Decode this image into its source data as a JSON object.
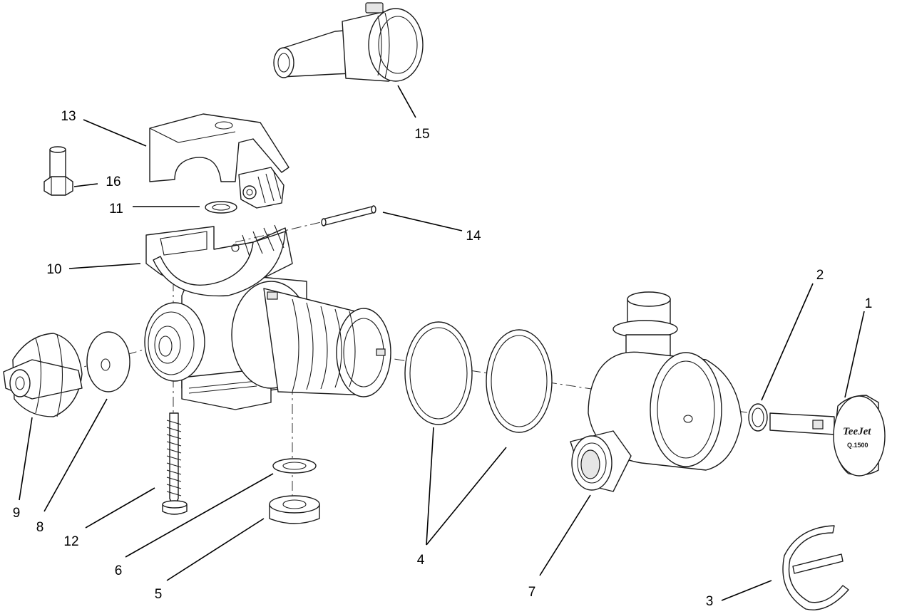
{
  "diagram": {
    "callouts": [
      "1",
      "2",
      "3",
      "4",
      "5",
      "6",
      "7",
      "8",
      "9",
      "10",
      "11",
      "12",
      "13",
      "14",
      "15",
      "16"
    ],
    "cap_brand": "TeeJet",
    "cap_model": "Q.1500"
  },
  "colors": {
    "line": "#1a1a1a",
    "background": "#ffffff"
  }
}
